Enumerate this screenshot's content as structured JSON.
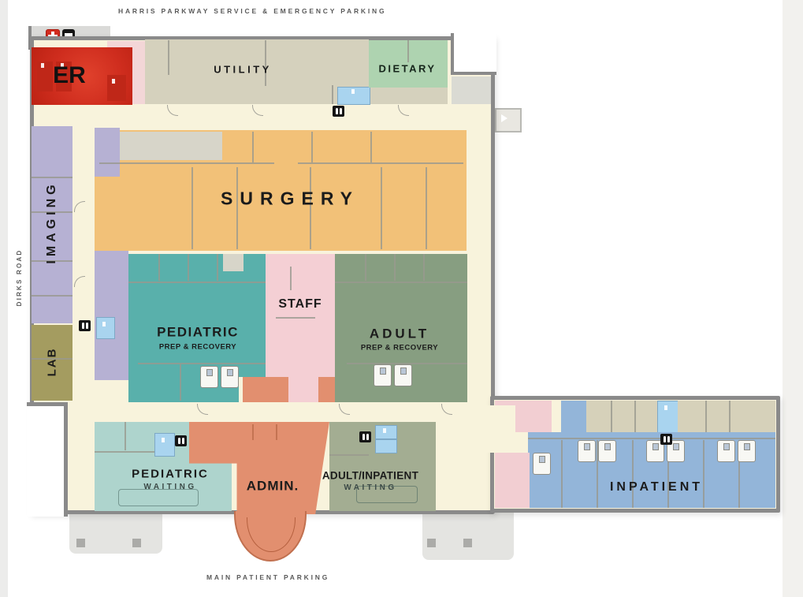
{
  "page": {
    "streets": {
      "top": "HARRIS PARKWAY SERVICE & EMERGENCY PARKING",
      "left": "DIRKS ROAD",
      "bottom": "MAIN PATIENT PARKING"
    }
  },
  "departments": {
    "er": {
      "label": "ER"
    },
    "utility": {
      "label": "UTILITY"
    },
    "dietary": {
      "label": "DIETARY"
    },
    "imaging": {
      "label": "IMAGING"
    },
    "lab": {
      "label": "LAB"
    },
    "surgery": {
      "label": "SURGERY"
    },
    "pediatric_prep": {
      "label": "PEDIATRIC",
      "sublabel": "PREP & RECOVERY"
    },
    "staff": {
      "label": "STAFF"
    },
    "adult_prep": {
      "label": "ADULT",
      "sublabel": "PREP & RECOVERY"
    },
    "pediatric_waiting": {
      "label": "PEDIATRIC",
      "sublabel": "WAITING"
    },
    "admin": {
      "label": "ADMIN."
    },
    "adult_inpatient_waiting": {
      "label": "ADULT/INPATIENT",
      "sublabel": "WAITING"
    },
    "inpatient": {
      "label": "INPATIENT"
    }
  },
  "icons": {
    "first_aid": "first-aid-cross",
    "er_entrance": "stretcher",
    "restrooms": "male-female-restrooms"
  },
  "colors": {
    "wall": "#8a8a8a",
    "corridor": "#f8f3dc",
    "er": "#cf2d1e",
    "er_room": "#bf2718",
    "pink_room": "#f3d6d7",
    "utility": "#d5d1bd",
    "dietary": "#aed3b0",
    "gray_room": "#d7d5c9",
    "gray_block": "#dadad3",
    "imaging": "#b6b1d3",
    "lab": "#a49c60",
    "surgery": "#f2c178",
    "pediatric": "#59b0ab",
    "staff": "#f4cfd4",
    "adult": "#879e81",
    "salmon": "#e28f6f",
    "pediatric_waiting": "#aed4cd",
    "adult_waiting": "#a3ad92",
    "inpatient": "#93b5d9",
    "inpatient_pink": "#f2ced2",
    "inpatient_tan": "#d6d1ba",
    "restroom_blue": "#a9d4ef",
    "canopy": "#e4e4e1",
    "page_edge": "#ececeb"
  }
}
